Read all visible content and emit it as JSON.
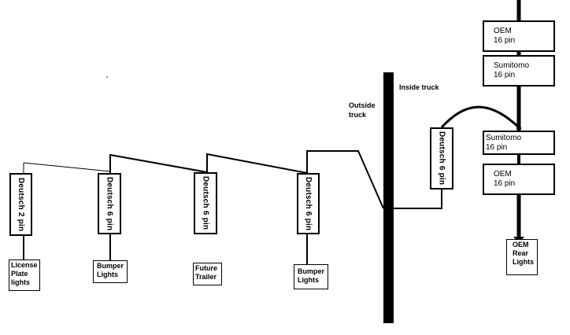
{
  "oem_top": {
    "line1": "OEM",
    "line2": "16 pin"
  },
  "sumitomo_top": {
    "line1": "Sumitomo",
    "line2": "16 pin"
  },
  "sumitomo_bottom": {
    "line1": "Sumitomo",
    "line2": "16 pin"
  },
  "oem_bottom": {
    "line1": "OEM",
    "line2": "16 pin"
  },
  "oem_rear_lights": {
    "line1": "OEM",
    "line2": "Rear",
    "line3": "Lights"
  },
  "inside_truck": "Inside truck",
  "outside_truck": {
    "line1": "Outside",
    "line2": "truck"
  },
  "connector_inside": "Deutsch 6 pin",
  "connector_license": "Deutsch  2 pin",
  "connector_bumper1": "Deutsch 6 pin",
  "connector_trailer": "Deutsch 6 pin",
  "connector_bumper2": "Deutsch 6 pin",
  "license_plate": {
    "line1": "License",
    "line2": "Plate",
    "line3": "lights"
  },
  "bumper_lights_1": {
    "line1": "Bumper",
    "line2": "Lights"
  },
  "future_trailer": {
    "line1": "Future",
    "line2": "Trailer"
  },
  "bumper_lights_2": {
    "line1": "Bumper",
    "line2": "Lights"
  }
}
